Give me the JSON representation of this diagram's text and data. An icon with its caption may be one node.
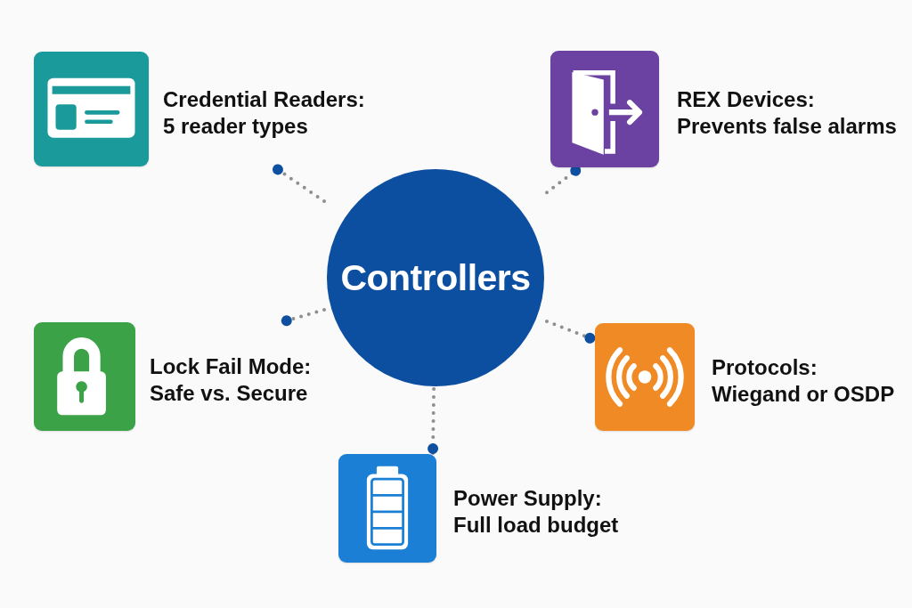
{
  "diagram": {
    "nodes": [
      {
        "text": [
          "Controllers"
        ]
      },
      {
        "text": [
          "Credential Readers:",
          "5 reader types"
        ]
      },
      {
        "text": [
          "REX Devices:",
          "Prevents false alarms"
        ]
      },
      {
        "text": [
          "Lock Fail Mode:",
          "Safe vs. Secure"
        ]
      },
      {
        "text": [
          "Protocols:",
          "Wiegand or OSDP"
        ]
      },
      {
        "text": [
          "Power Supply:",
          "Full load budget"
        ]
      }
    ],
    "edges": [
      {
        "from": 0,
        "to": 1,
        "arrow": "other",
        "style": "dashed"
      },
      {
        "from": 0,
        "to": 2,
        "arrow": "other",
        "style": "dashed"
      },
      {
        "from": 0,
        "to": 3,
        "arrow": "other",
        "style": "dashed"
      },
      {
        "from": 0,
        "to": 4,
        "arrow": "other",
        "style": "dashed"
      },
      {
        "from": 0,
        "to": 5,
        "arrow": "other",
        "style": "dashed"
      }
    ]
  }
}
